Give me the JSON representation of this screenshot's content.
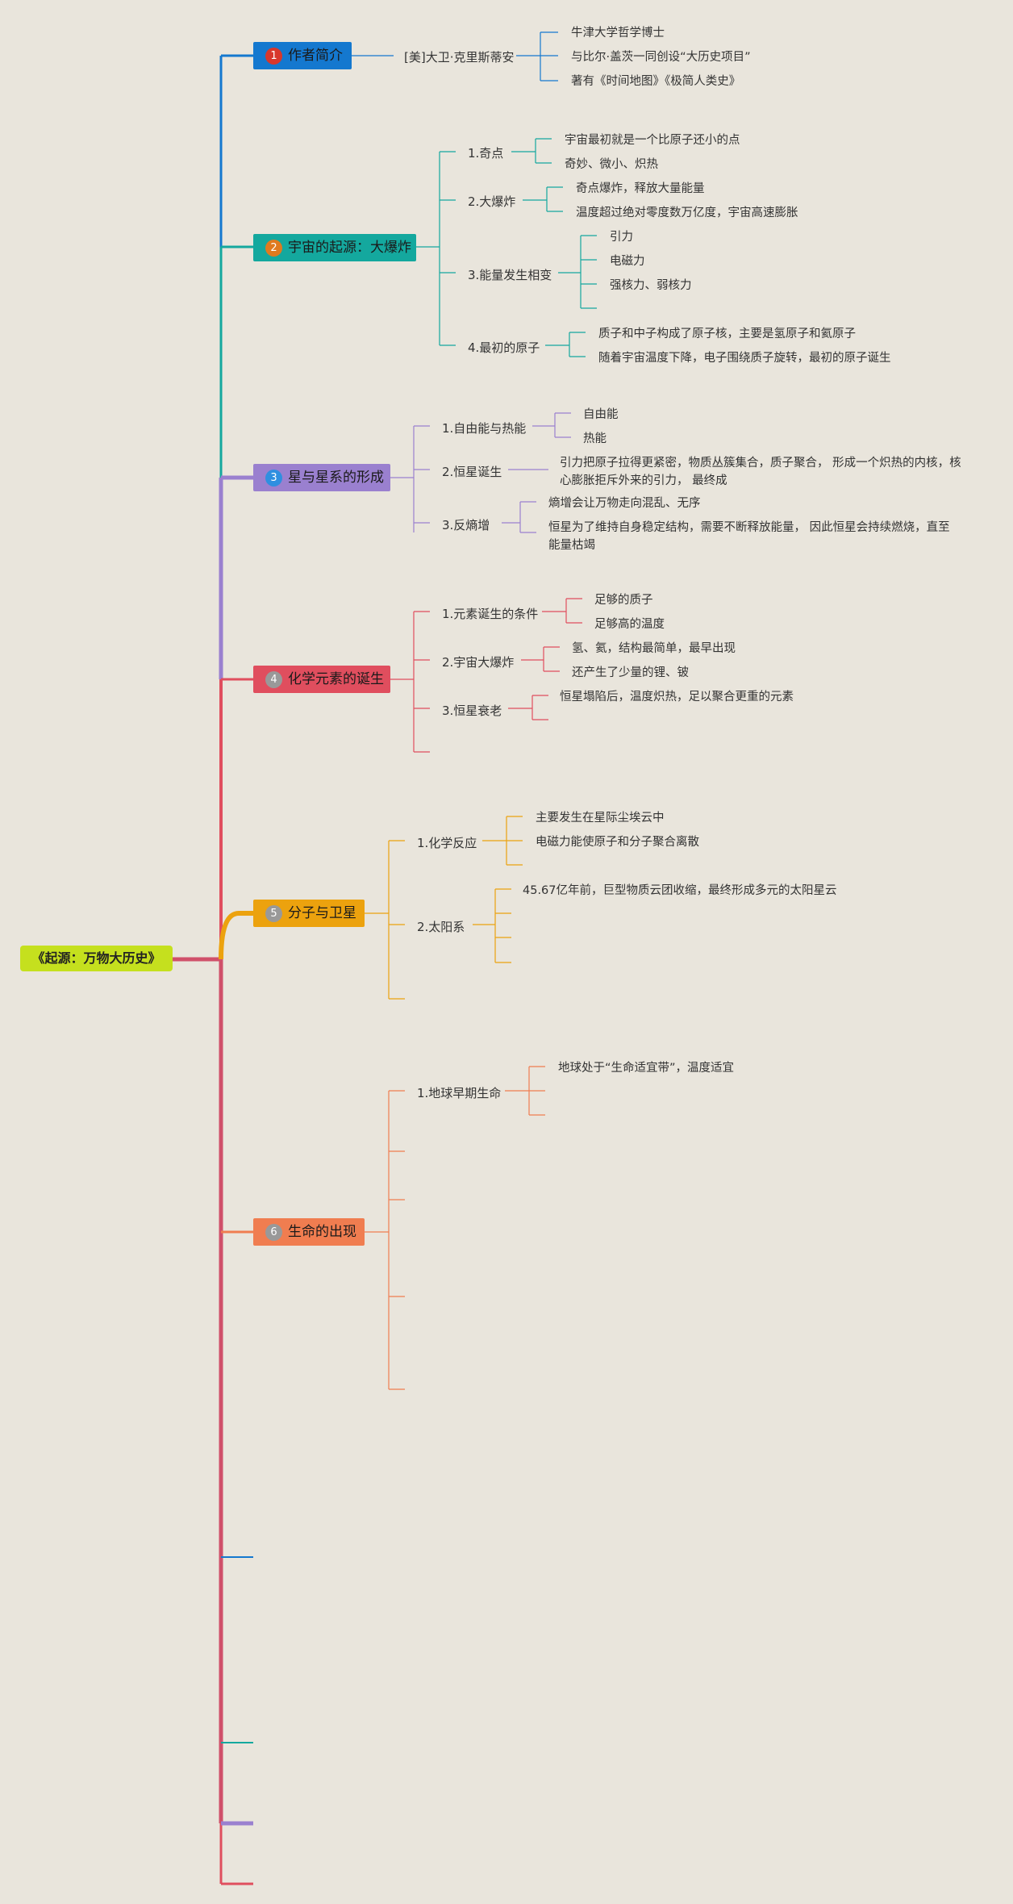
{
  "root": {
    "title": "《起源：万物大历史》"
  },
  "branches": [
    {
      "num": "1",
      "label": "作者简介",
      "subs": [
        {
          "label": "[美]大卫·克里斯蒂安",
          "leaves": [
            "牛津大学哲学博士",
            "与比尔·盖茨一同创设“大历史项目”",
            "著有《时间地图》《极简人类史》"
          ]
        }
      ]
    },
    {
      "num": "2",
      "label": "宇宙的起源：大爆炸",
      "subs": [
        {
          "label": "1.奇点",
          "leaves": [
            "宇宙最初就是一个比原子还小的点",
            "奇妙、微小、炽热"
          ]
        },
        {
          "label": "2.大爆炸",
          "leaves": [
            "奇点爆炸，释放大量能量",
            "温度超过绝对零度数万亿度，宇宙高速膨胀"
          ]
        },
        {
          "label": "3.能量发生相变",
          "leaves": [
            "引力",
            "电磁力",
            "强核力、弱核力"
          ]
        },
        {
          "label": "4.最初的原子",
          "leaves": [
            "质子和中子构成了原子核，主要是氢原子和氦原子",
            "随着宇宙温度下降，电子围绕质子旋转，最初的原子诞生"
          ]
        }
      ]
    },
    {
      "num": "3",
      "label": "星与星系的形成",
      "subs": [
        {
          "label": "1.自由能与热能",
          "leaves": [
            "自由能",
            "热能"
          ]
        },
        {
          "label": "2.恒星诞生",
          "leaves": [
            "引力把原子拉得更紧密，物质丛簇集合，质子聚合， 形成一个炽热的内核，核心膨胀拒斥外来的引力， 最终成"
          ]
        },
        {
          "label": "3.反熵增",
          "leaves": [
            "熵增会让万物走向混乱、无序",
            "恒星为了维持自身稳定结构，需要不断释放能量， 因此恒星会持续燃烧，直至能量枯竭"
          ]
        }
      ]
    },
    {
      "num": "4",
      "label": "化学元素的诞生",
      "subs": [
        {
          "label": "1.元素诞生的条件",
          "leaves": [
            "足够的质子",
            "足够高的温度"
          ]
        },
        {
          "label": "2.宇宙大爆炸",
          "leaves": [
            "氢、氦，结构最简单，最早出现",
            "还产生了少量的锂、铍"
          ]
        },
        {
          "label": "3.恒星衰老",
          "leaves": [
            "恒星塌陷后，温度炽热，足以聚合更重的元素"
          ]
        }
      ]
    },
    {
      "num": "5",
      "label": "分子与卫星",
      "subs": [
        {
          "label": "1.化学反应",
          "leaves": [
            "主要发生在星际尘埃云中",
            "电磁力能使原子和分子聚合离散"
          ]
        },
        {
          "label": "2.太阳系",
          "leaves": [
            "45.67亿年前，巨型物质云团收缩，最终形成多元的太阳星云"
          ]
        }
      ]
    },
    {
      "num": "6",
      "label": "生命的出现",
      "subs": [
        {
          "label": "1.地球早期生命",
          "leaves": [
            "地球处于“生命适宜带”，温度适宜"
          ]
        }
      ]
    }
  ]
}
